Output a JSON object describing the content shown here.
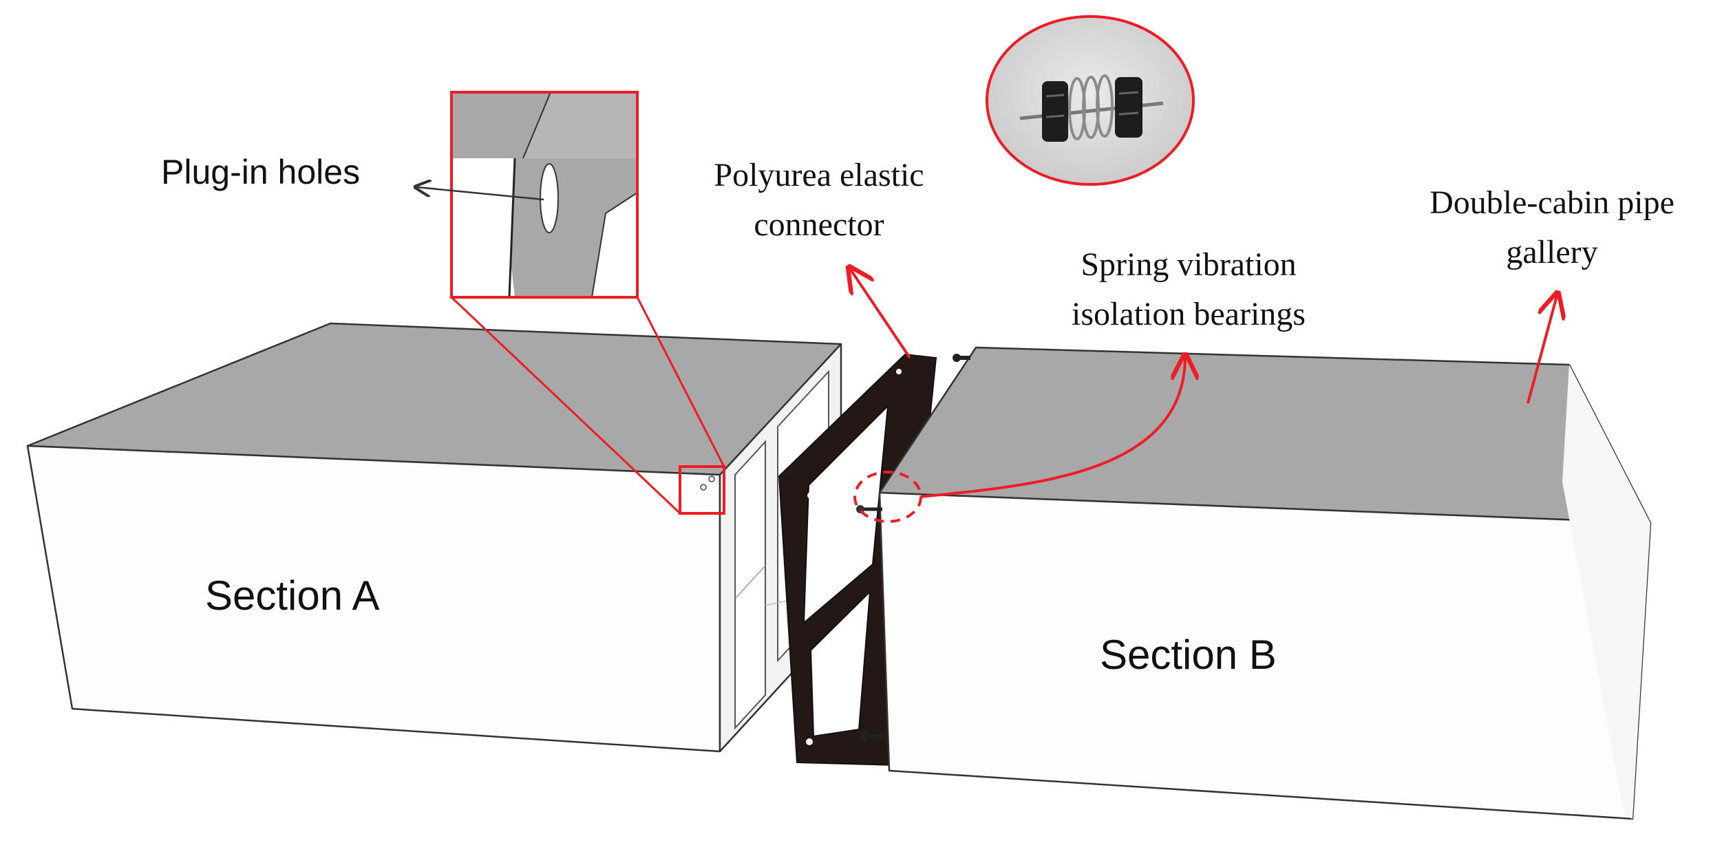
{
  "labels": {
    "plug_in_holes": "Plug-in holes",
    "polyurea_line1": "Polyurea elastic",
    "polyurea_line2": "connector",
    "spring_line1": "Spring vibration",
    "spring_line2": "isolation bearings",
    "gallery_line1": "Double-cabin pipe",
    "gallery_line2": "gallery",
    "section_a": "Section A",
    "section_b": "Section B"
  },
  "colors": {
    "annotation": "#ee1c24",
    "top_face": "#a8a8a8",
    "side_face": "#fdfdfd",
    "connector": "#231815",
    "outline": "#333333"
  }
}
